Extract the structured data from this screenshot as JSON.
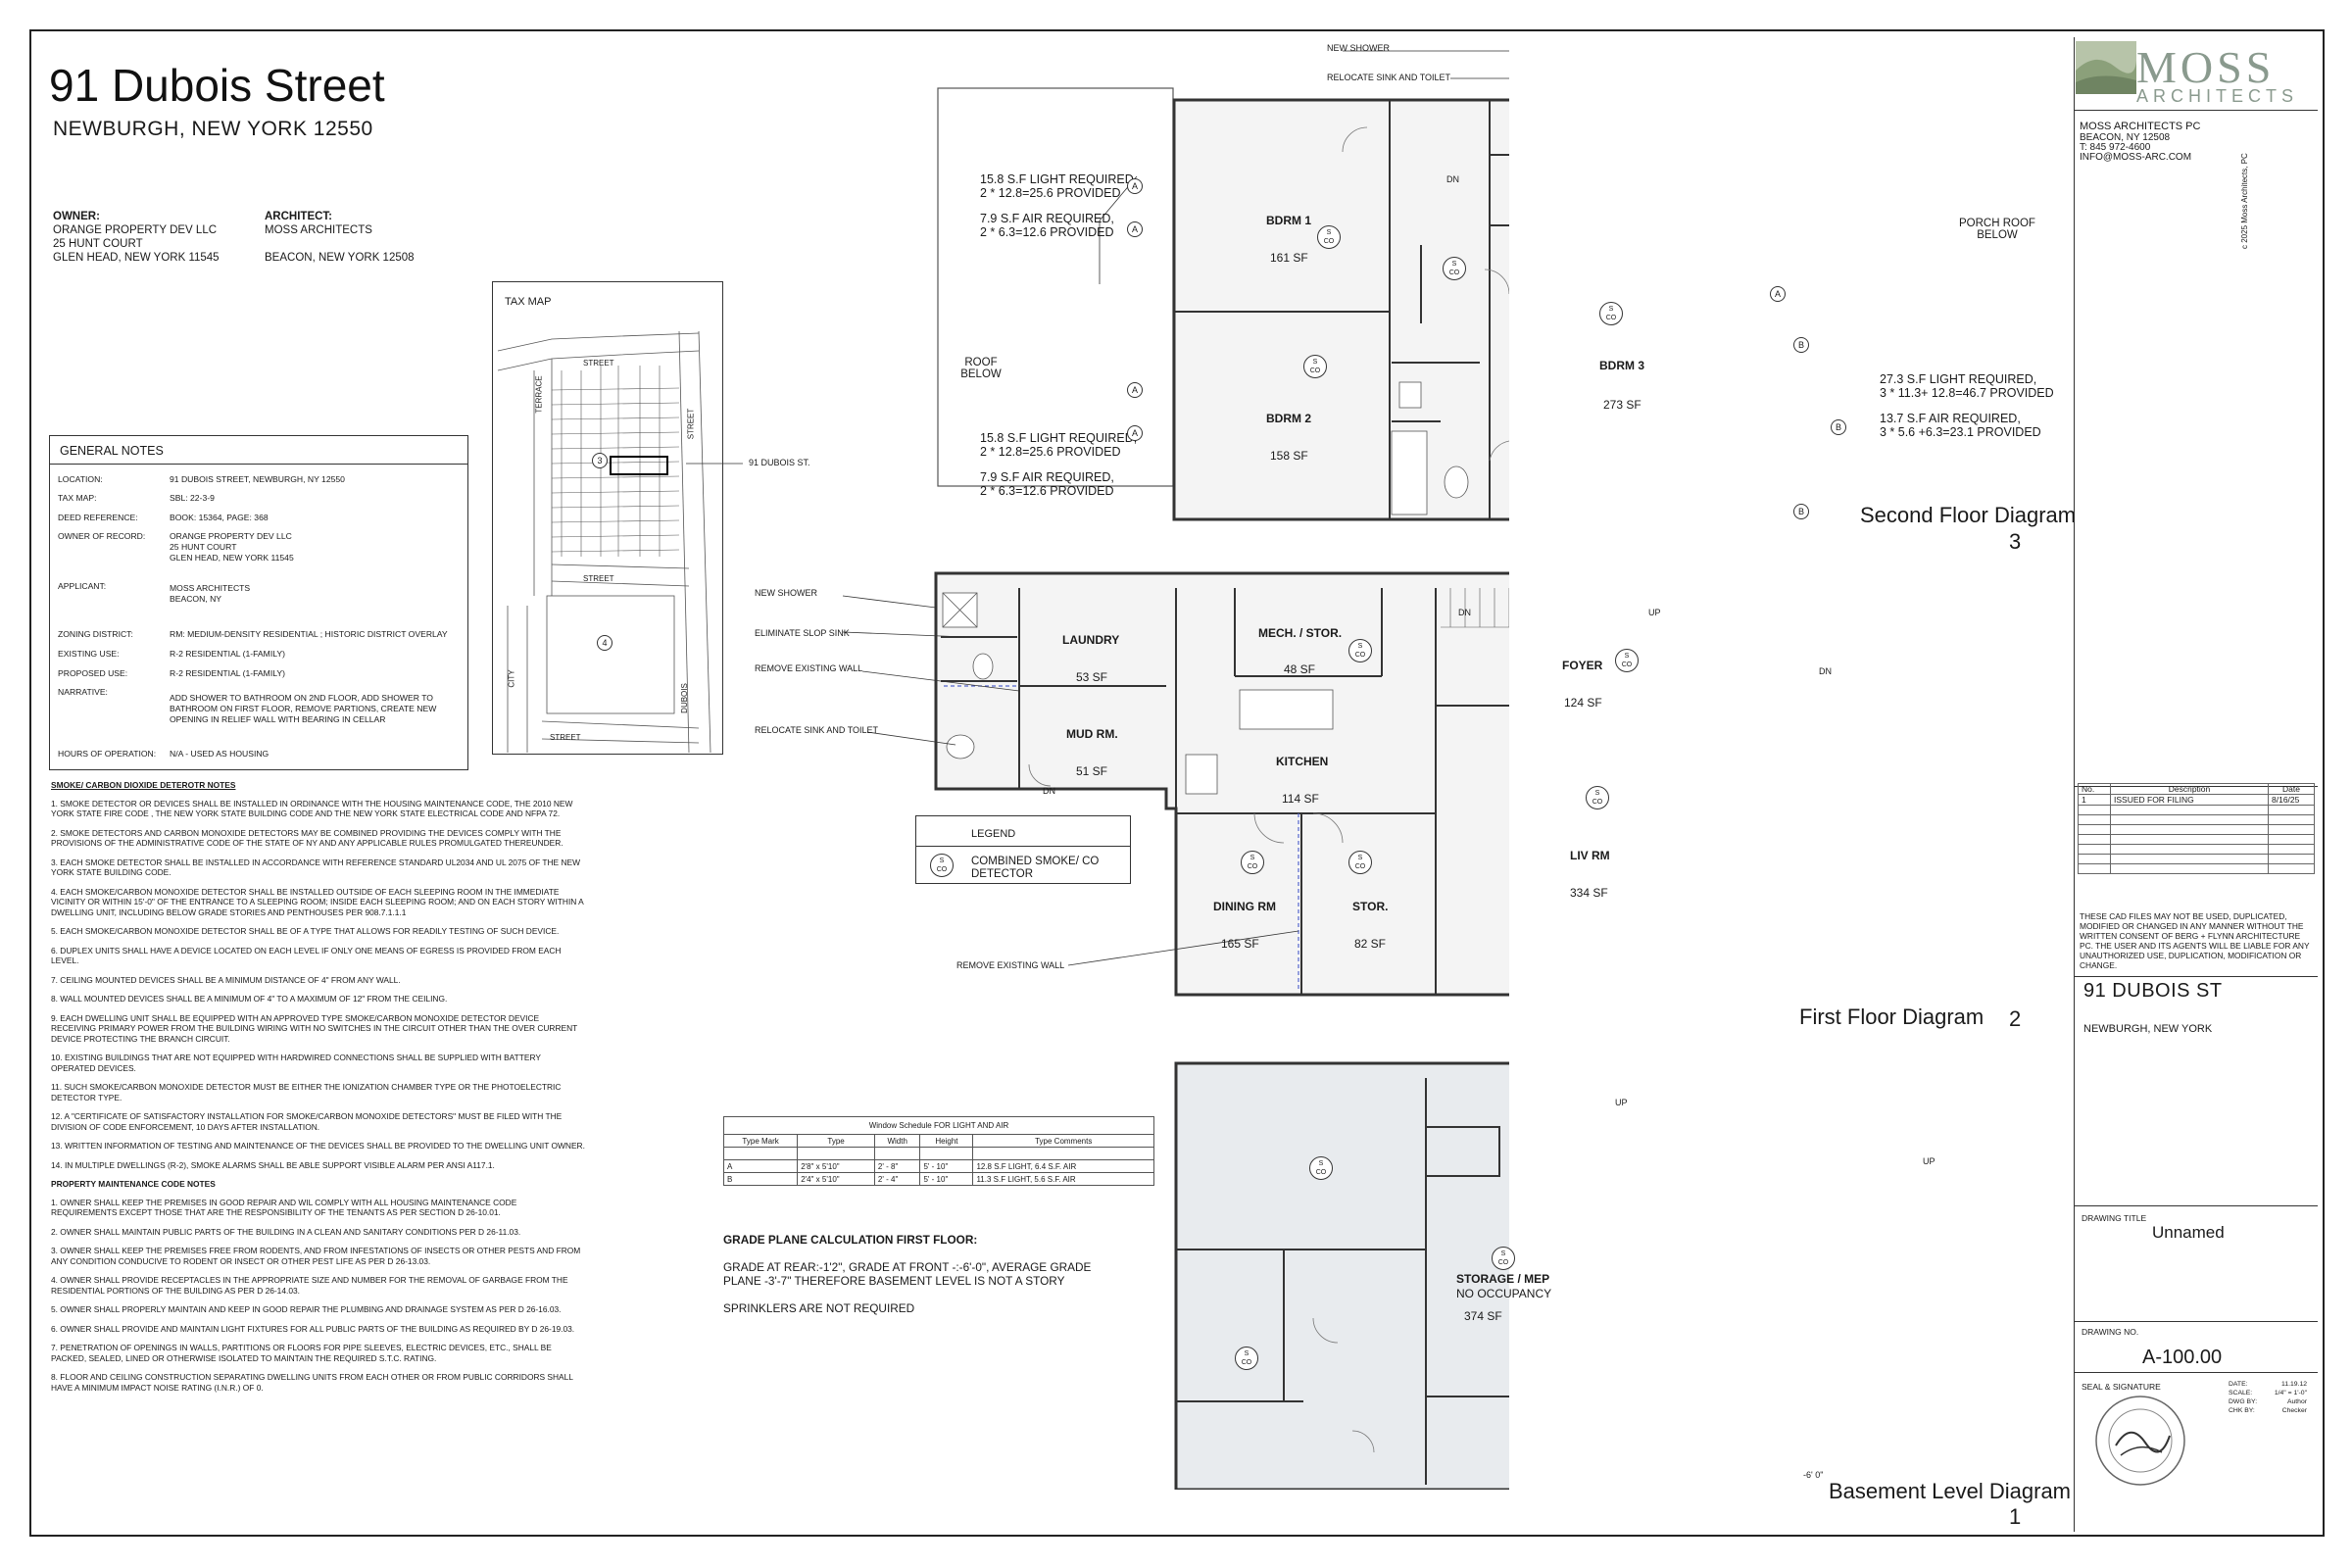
{
  "project": {
    "title": "91 Dubois Street",
    "subtitle": "NEWBURGH, NEW YORK 12550"
  },
  "owner": {
    "heading": "OWNER:",
    "lines": [
      "ORANGE PROPERTY DEV LLC",
      "25 HUNT COURT",
      "GLEN HEAD, NEW YORK 11545"
    ]
  },
  "architect": {
    "heading": "ARCHITECT:",
    "lines": [
      "MOSS ARCHITECTS",
      "",
      "BEACON, NEW YORK 12508"
    ]
  },
  "tax_map": {
    "heading": "TAX MAP",
    "labels": [
      "STREET",
      "STREET",
      "STREET",
      "TERRACE",
      "STREET",
      "CITY",
      "DUBOIS",
      "3",
      "4",
      "91 DUBOIS ST."
    ]
  },
  "general_notes": {
    "heading": "GENERAL NOTES",
    "rows": [
      {
        "key": "LOCATION:",
        "value": "91 DUBOIS STREET, NEWBURGH, NY 12550"
      },
      {
        "key": "TAX MAP:",
        "value": "SBL: 22-3-9"
      },
      {
        "key": "DEED REFERENCE:",
        "value": "BOOK: 15364, PAGE: 368"
      },
      {
        "key": "OWNER OF RECORD:",
        "value": "ORANGE PROPERTY DEV LLC\n25 HUNT COURT\nGLEN HEAD, NEW YORK 11545"
      },
      {
        "key": "APPLICANT:",
        "value": "MOSS ARCHITECTS\nBEACON, NY"
      },
      {
        "key": "ZONING DISTRICT:",
        "value": "RM: MEDIUM-DENSITY RESIDENTIAL ; HISTORIC DISTRICT OVERLAY"
      },
      {
        "key": "EXISTING USE:",
        "value": "R-2 RESIDENTIAL (1-FAMILY)"
      },
      {
        "key": "PROPOSED USE:",
        "value": "R-2 RESIDENTIAL (1-FAMILY)"
      },
      {
        "key": "NARRATIVE:",
        "value": "ADD SHOWER TO BATHROOM ON 2ND FLOOR, ADD SHOWER TO BATHROOM ON FIRST FLOOR, REMOVE PARTIONS, CREATE NEW OPENING IN RELIEF WALL WITH BEARING IN CELLAR"
      },
      {
        "key": "HOURS OF OPERATION:",
        "value": "N/A - USED AS HOUSING"
      }
    ]
  },
  "smoke_notes": {
    "heading": "SMOKE/ CARBON DIOXIDE DETEROTR NOTES",
    "items": [
      "1. SMOKE DETECTOR OR DEVICES SHALL BE INSTALLED IN ORDINANCE WITH THE HOUSING MAINTENANCE CODE, THE 2010 NEW YORK STATE FIRE CODE , THE NEW YORK STATE BUILDING CODE AND THE NEW YORK STATE ELECTRICAL CODE AND NFPA 72.",
      "2. SMOKE DETECTORS AND CARBON MONOXIDE DETECTORS MAY BE COMBINED PROVIDING THE DEVICES COMPLY WITH THE PROVISIONS OF THE ADMINISTRATIVE CODE OF THE STATE OF NY AND ANY APPLICABLE RULES PROMULGATED THEREUNDER.",
      "3. EACH SMOKE DETECTOR SHALL BE INSTALLED IN ACCORDANCE WITH REFERENCE STANDARD UL2034 AND UL 2075 OF THE NEW YORK STATE BUILDING CODE.",
      "4. EACH SMOKE/CARBON MONOXIDE DETECTOR SHALL BE INSTALLED OUTSIDE OF EACH SLEEPING ROOM IN THE IMMEDIATE VICINITY OR WITHIN 15'-0\" OF THE ENTRANCE TO A SLEEPING ROOM; INSIDE EACH SLEEPING ROOM; AND ON EACH STORY WITHIN A DWELLING UNIT, INCLUDING BELOW GRADE STORIES AND PENTHOUSES PER 908.7.1.1.1",
      "5. EACH SMOKE/CARBON MONOXIDE DETECTOR SHALL BE OF A TYPE THAT ALLOWS FOR READILY TESTING OF SUCH DEVICE.",
      "6. DUPLEX UNITS SHALL HAVE A DEVICE LOCATED ON EACH LEVEL IF ONLY ONE MEANS OF EGRESS IS PROVIDED FROM EACH LEVEL.",
      "7. CEILING MOUNTED DEVICES SHALL BE A MINIMUM DISTANCE OF 4\" FROM ANY WALL.",
      "8. WALL MOUNTED DEVICES SHALL BE A MINIMUM OF 4\" TO A MAXIMUM OF 12\" FROM THE CEILING.",
      "9. EACH DWELLING UNIT SHALL BE EQUIPPED WITH AN APPROVED TYPE SMOKE/CARBON MONOXIDE DETECTOR DEVICE RECEIVING PRIMARY POWER FROM THE BUILDING WIRING WITH NO SWITCHES IN THE CIRCUIT OTHER THAN THE OVER CURRENT DEVICE PROTECTING THE BRANCH CIRCUIT.",
      "10. EXISTING BUILDINGS THAT ARE NOT EQUIPPED WITH HARDWIRED CONNECTIONS SHALL BE SUPPLIED WITH BATTERY OPERATED DEVICES.",
      "11. SUCH SMOKE/CARBON MONOXIDE DETECTOR MUST BE EITHER THE IONIZATION CHAMBER TYPE OR THE PHOTOELECTRIC DETECTOR TYPE.",
      "12. A \"CERTIFICATE OF SATISFACTORY INSTALLATION FOR SMOKE/CARBON MONOXIDE DETECTORS\" MUST BE FILED WITH THE DIVISION OF CODE ENFORCEMENT, 10 DAYS AFTER INSTALLATION.",
      "13. WRITTEN INFORMATION OF TESTING AND MAINTENANCE OF THE DEVICES SHALL BE PROVIDED TO THE DWELLING UNIT OWNER.",
      "14. IN MULTIPLE DWELLINGS (R-2), SMOKE ALARMS SHALL BE ABLE SUPPORT VISIBLE ALARM PER ANSI A117.1."
    ]
  },
  "maintenance_notes": {
    "heading": "PROPERTY MAINTENANCE CODE NOTES",
    "items": [
      "1. OWNER SHALL KEEP THE PREMISES IN GOOD REPAIR AND WIL COMPLY WITH ALL HOUSING MAINTENANCE CODE REQUIREMENTS EXCEPT THOSE THAT ARE THE RESPONSIBILITY OF THE TENANTS AS PER SECTION D 26-10.01.",
      "2. OWNER SHALL MAINTAIN PUBLIC PARTS OF THE BUILDING IN A CLEAN AND SANITARY CONDITIONS PER D 26-11.03.",
      "3. OWNER SHALL KEEP THE PREMISES FREE FROM RODENTS, AND FROM INFESTATIONS OF INSECTS OR OTHER PESTS AND FROM ANY CONDITION CONDUCIVE TO RODENT OR INSECT OR OTHER PEST LIFE AS PER D 26-13.03.",
      "4. OWNER SHALL PROVIDE RECEPTACLES IN THE APPROPRIATE SIZE AND NUMBER FOR THE REMOVAL OF GARBAGE FROM THE RESIDENTIAL PORTIONS OF THE BUILDING AS PER D 26-14.03.",
      "5. OWNER SHALL PROPERLY MAINTAIN AND KEEP IN GOOD REPAIR THE PLUMBING AND DRAINAGE SYSTEM AS PER D 26-16.03.",
      "6. OWNER SHALL PROVIDE AND MAINTAIN LIGHT FIXTURES FOR ALL PUBLIC PARTS OF THE BUILDING AS REQUIRED BY D 26-19.03.",
      "7. PENETRATION OF OPENINGS IN WALLS, PARTITIONS OR FLOORS FOR PIPE SLEEVES, ELECTRIC DEVICES, ETC., SHALL BE PACKED, SEALED, LINED OR OTHERWISE ISOLATED TO MAINTAIN THE REQUIRED S.T.C. RATING.",
      "8. FLOOR AND CEILING CONSTRUCTION SEPARATING DWELLING UNITS FROM EACH OTHER OR FROM PUBLIC CORRIDORS SHALL HAVE A MINIMUM IMPACT NOISE RATING (I.N.R.) OF 0."
    ]
  },
  "window_schedule": {
    "caption": "Window Schedule FOR LIGHT AND AIR",
    "headers": [
      "Type Mark",
      "Type",
      "Width",
      "Height",
      "Type Comments"
    ],
    "rows": [
      [
        "A",
        "2'8\" x 5'10\"",
        "2' - 8\"",
        "5' - 10\"",
        "12.8 S.F LIGHT, 6.4 S.F. AIR"
      ],
      [
        "B",
        "2'4\" x 5'10\"",
        "2' - 4\"",
        "5' - 10\"",
        "11.3 S.F LIGHT, 5.6 S.F. AIR"
      ]
    ]
  },
  "grade_plane": {
    "heading": "GRADE PLANE CALCULATION FIRST FLOOR:",
    "text": "GRADE AT REAR:-1'2\", GRADE AT FRONT -:-6'-0\", AVERAGE GRADE PLANE -3'-7\" THEREFORE BASEMENT LEVEL IS NOT A STORY",
    "sprinklers": "SPRINKLERS ARE NOT REQUIRED"
  },
  "legend": {
    "heading": "LEGEND",
    "symbol": "S CO",
    "text": "COMBINED SMOKE/ CO DETECTOR"
  },
  "detector": {
    "s": "S",
    "co": "CO"
  },
  "second_floor": {
    "title": "Second Floor Diagram",
    "number": "3",
    "callouts": [
      "NEW SHOWER",
      "RELOCATE SINK AND TOILET",
      "PORCH ROOF BELOW",
      "ROOF BELOW",
      "DN"
    ],
    "calcs": [
      "15.8 S.F LIGHT REQUIRED,\n2 * 12.8=25.6 PROVIDED",
      "7.9 S.F AIR REQUIRED,\n2 * 6.3=12.6 PROVIDED",
      "15.8 S.F LIGHT REQUIRED,\n2 * 12.8=25.6 PROVIDED",
      "7.9 S.F AIR REQUIRED,\n2 * 6.3=12.6 PROVIDED",
      "27.3 S.F LIGHT REQUIRED,\n3 * 11.3+ 12.8=46.7 PROVIDED",
      "13.7 S.F AIR REQUIRED,\n3 * 5.6 +6.3=23.1 PROVIDED"
    ],
    "rooms": [
      {
        "name": "BDRM 1",
        "sf": "161 SF"
      },
      {
        "name": "BDRM 2",
        "sf": "158 SF"
      },
      {
        "name": "BDRM 3",
        "sf": "273 SF"
      }
    ],
    "tags": [
      "A",
      "A",
      "A",
      "A",
      "A",
      "B",
      "B",
      "B"
    ]
  },
  "first_floor": {
    "title": "First Floor Diagram",
    "number": "2",
    "callouts": [
      "NEW SHOWER",
      "ELIMINATE SLOP SINK",
      "REMOVE EXISTING WALL",
      "RELOCATE SINK AND TOILET",
      "REMOVE EXISTING WALL",
      "DN",
      "UP",
      "DN",
      "DN"
    ],
    "rooms": [
      {
        "name": "LAUNDRY",
        "sf": "53 SF"
      },
      {
        "name": "MECH. / STOR.",
        "sf": "48 SF"
      },
      {
        "name": "FOYER",
        "sf": "124 SF"
      },
      {
        "name": "MUD RM.",
        "sf": "51 SF"
      },
      {
        "name": "KITCHEN",
        "sf": "114 SF"
      },
      {
        "name": "DINING RM",
        "sf": "165 SF"
      },
      {
        "name": "STOR.",
        "sf": "82 SF"
      },
      {
        "name": "LIV RM",
        "sf": "334 SF"
      }
    ]
  },
  "basement": {
    "title": "Basement Level Diagram",
    "number": "1",
    "rooms": [
      {
        "name": "STORAGE / MEP",
        "sub": "NO OCCUPANCY",
        "sf": "374 SF"
      }
    ],
    "callouts": [
      "UP",
      "UP",
      "-6' 0\""
    ]
  },
  "title_block": {
    "logo_main": "MOSS",
    "logo_sub": "ARCHITECTS",
    "firm": [
      "MOSS ARCHITECTS PC",
      "BEACON, NY 12508",
      "T: 845 972-4600",
      "INFO@MOSS-ARC.COM"
    ],
    "copyright": "c 2025 Moss Architects, PC",
    "rev_headers": [
      "No.",
      "Description",
      "Date"
    ],
    "rev_rows": [
      [
        "1",
        "ISSUED FOR FILING",
        "8/16/25"
      ]
    ],
    "disclaimer": "THESE CAD FILES MAY NOT BE USED, DUPLICATED, MODIFIED OR CHANGED IN ANY MANNER WITHOUT THE WRITTEN CONSENT OF BERG + FLYNN ARCHITECTURE PC. THE USER AND ITS AGENTS WILL BE LIABLE FOR ANY UNAUTHORIZED USE, DUPLICATION, MODIFICATION OR CHANGE.",
    "project_name": "91 DUBOIS ST",
    "project_city": "NEWBURGH, NEW YORK",
    "drawing_title_label": "DRAWING TITLE",
    "drawing_title": "Unnamed",
    "drawing_no_label": "DRAWING NO.",
    "drawing_no": "A-100.00",
    "seal_label": "SEAL & SIGNATURE",
    "meta": [
      {
        "k": "DATE:",
        "v": "11.19.12"
      },
      {
        "k": "SCALE:",
        "v": "1/4\" = 1'-0\""
      },
      {
        "k": "DWG BY:",
        "v": "Author"
      },
      {
        "k": "CHK BY:",
        "v": "Checker"
      }
    ]
  },
  "colors": {
    "line": "#333333",
    "room_fill": "#f2f2f2",
    "basement_fill": "#e9ecef",
    "logo": "#8a9a8e"
  }
}
